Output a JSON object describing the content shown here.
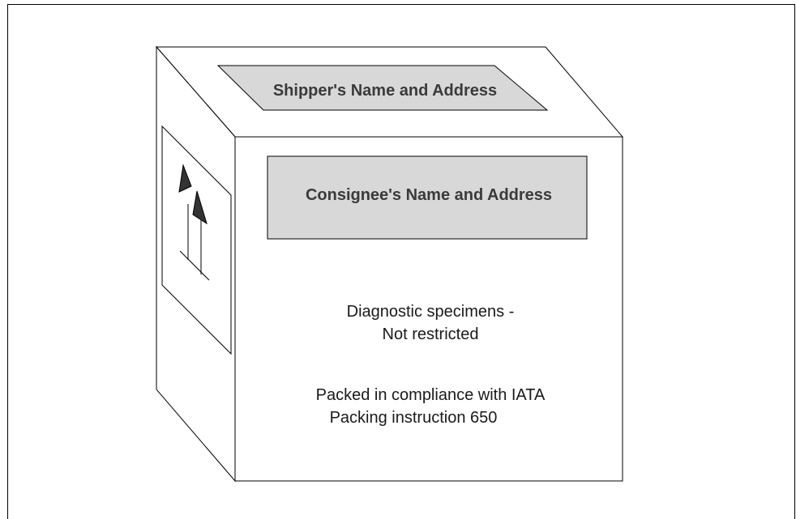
{
  "colors": {
    "background": "#ffffff",
    "stroke": "#000000",
    "label_fill": "#d8d8d8",
    "arrow_fill": "#333333"
  },
  "labels": {
    "shipper": "Shipper's Name and Address",
    "consignee": "Consignee's Name and Address"
  },
  "marking": {
    "line1": "Diagnostic specimens -",
    "line2": "Not restricted"
  },
  "compliance": {
    "line1": "Packed in compliance with IATA",
    "line2": "Packing instruction  650"
  },
  "icons": {
    "orientation": "this-way-up-arrows-icon"
  }
}
